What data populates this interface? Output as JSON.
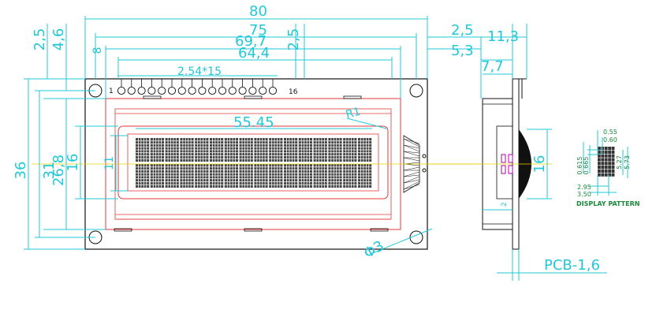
{
  "dims": {
    "w80": "80",
    "w75": "75",
    "w697": "69,7",
    "w644": "64,4",
    "pitch": "2.54*15",
    "pin1": "1",
    "pin16": "16",
    "va": "55.45",
    "r1": "R1",
    "h36": "36",
    "h31": "31",
    "h268": "26,8",
    "h16": "16",
    "h11": "11",
    "top25": "2,5",
    "top46": "4,6",
    "top8": "8",
    "mid25": "2,5",
    "phi3": "Φ3"
  },
  "side": {
    "d25": "2,5",
    "d113": "11,3",
    "d53": "5,3",
    "d77": "7,7",
    "d16": "16",
    "d2": "2",
    "pcb": "PCB-1,6"
  },
  "pattern": {
    "v055": "0.55",
    "v060": "0.60",
    "v0615": "0.615",
    "v0665": "0.665",
    "v527": "5.27",
    "v573": "5.73",
    "v295": "2.95",
    "v350": "3.50",
    "label": "DISPLAY PATTERN"
  },
  "module": {
    "chars": 16,
    "rows": 2
  },
  "colors": {
    "outline": "#111111",
    "dim": "#22c8d8",
    "bezel": "#e03a3a",
    "axis": "#e8d000",
    "ind": "#b000b0"
  }
}
